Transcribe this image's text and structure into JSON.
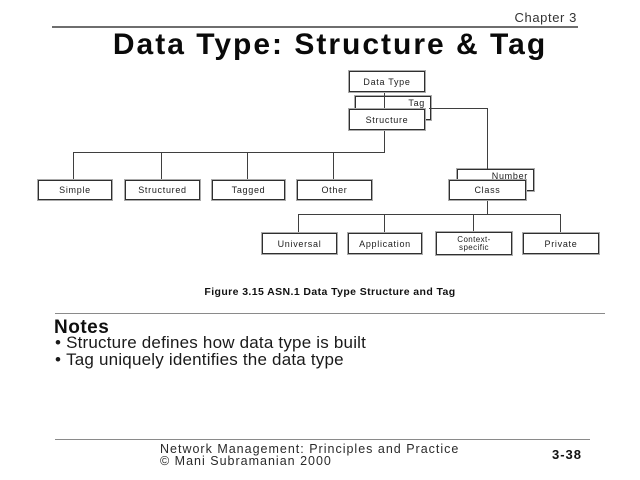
{
  "header": {
    "chapter": "Chapter 3"
  },
  "title": "Data Type: Structure & Tag",
  "diagram": {
    "nodes": {
      "data_type": "Data Type",
      "tag": "Tag",
      "structure": "Structure",
      "number": "Number",
      "class": "Class",
      "simple": "Simple",
      "structured": "Structured",
      "tagged": "Tagged",
      "other": "Other",
      "universal": "Universal",
      "application": "Application",
      "context_specific": "Context-specific",
      "private": "Private"
    },
    "caption": "Figure 3.15 ASN.1 Data Type Structure and Tag"
  },
  "notes": {
    "heading": "Notes",
    "bullets": [
      "Structure defines how data type is built",
      "Tag uniquely identifies the data type"
    ]
  },
  "footer": {
    "line1": "Network Management: Principles and Practice",
    "line2": "© Mani Subramanian 2000",
    "page": "3-38"
  }
}
